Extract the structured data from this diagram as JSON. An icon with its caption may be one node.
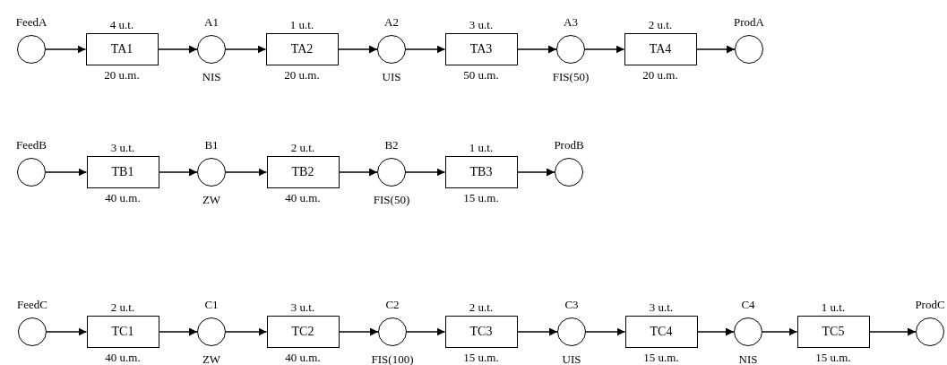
{
  "diagram": {
    "nodes": [
      {
        "text": [
          "FeedA"
        ]
      },
      {
        "text": [
          "TA1"
        ],
        "beside": [
          "4 u.t.",
          "20 u.m."
        ]
      },
      {
        "text": [
          "A1"
        ],
        "beside": [
          "NIS"
        ]
      },
      {
        "text": [
          "TA2"
        ],
        "beside": [
          "1 u.t.",
          "20 u.m."
        ]
      },
      {
        "text": [
          "A2"
        ],
        "beside": [
          "UIS"
        ]
      },
      {
        "text": [
          "TA3"
        ],
        "beside": [
          "3 u.t.",
          "50 u.m."
        ]
      },
      {
        "text": [
          "A3"
        ],
        "beside": [
          "FIS(50)"
        ]
      },
      {
        "text": [
          "TA4"
        ],
        "beside": [
          "2 u.t.",
          "20 u.m."
        ]
      },
      {
        "text": [
          "ProdA"
        ]
      },
      {
        "text": [
          "FeedB"
        ]
      },
      {
        "text": [
          "TB1"
        ],
        "beside": [
          "3 u.t.",
          "40 u.m."
        ]
      },
      {
        "text": [
          "B1"
        ],
        "beside": [
          "ZW"
        ]
      },
      {
        "text": [
          "TB2"
        ],
        "beside": [
          "2 u.t.",
          "40 u.m."
        ]
      },
      {
        "text": [
          "B2"
        ],
        "beside": [
          "FIS(50)"
        ]
      },
      {
        "text": [
          "TB3"
        ],
        "beside": [
          "1 u.t.",
          "15 u.m."
        ]
      },
      {
        "text": [
          "ProdB"
        ]
      },
      {
        "text": [
          "FeedC"
        ]
      },
      {
        "text": [
          "TC1"
        ],
        "beside": [
          "2 u.t.",
          "40 u.m."
        ]
      },
      {
        "text": [
          "C1"
        ],
        "beside": [
          "ZW"
        ]
      },
      {
        "text": [
          "TC2"
        ],
        "beside": [
          "3 u.t.",
          "40 u.m."
        ]
      },
      {
        "text": [
          "C2"
        ],
        "beside": [
          "FIS(100)"
        ]
      },
      {
        "text": [
          "TC3"
        ],
        "beside": [
          "2 u.t.",
          "15 u.m."
        ]
      },
      {
        "text": [
          "C3"
        ],
        "beside": [
          "UIS"
        ]
      },
      {
        "text": [
          "TC4"
        ],
        "beside": [
          "3 u.t.",
          "15 u.m."
        ]
      },
      {
        "text": [
          "C4"
        ],
        "beside": [
          "NIS"
        ]
      },
      {
        "text": [
          "TC5"
        ],
        "beside": [
          "1 u.t.",
          "15 u.m."
        ]
      },
      {
        "text": [
          "ProdC"
        ]
      }
    ],
    "edges": [
      {
        "from": 0,
        "to": 1,
        "arrow": "to"
      },
      {
        "from": 1,
        "to": 2,
        "arrow": "to"
      },
      {
        "from": 2,
        "to": 3,
        "arrow": "to"
      },
      {
        "from": 3,
        "to": 4,
        "arrow": "to"
      },
      {
        "from": 4,
        "to": 5,
        "arrow": "to"
      },
      {
        "from": 5,
        "to": 6,
        "arrow": "to"
      },
      {
        "from": 6,
        "to": 7,
        "arrow": "to"
      },
      {
        "from": 7,
        "to": 8,
        "arrow": "to"
      },
      {
        "from": 9,
        "to": 10,
        "arrow": "to"
      },
      {
        "from": 10,
        "to": 11,
        "arrow": "to"
      },
      {
        "from": 11,
        "to": 12,
        "arrow": "to"
      },
      {
        "from": 12,
        "to": 13,
        "arrow": "to"
      },
      {
        "from": 13,
        "to": 14,
        "arrow": "to"
      },
      {
        "from": 14,
        "to": 15,
        "arrow": "to"
      },
      {
        "from": 16,
        "to": 17,
        "arrow": "to"
      },
      {
        "from": 17,
        "to": 18,
        "arrow": "to"
      },
      {
        "from": 18,
        "to": 19,
        "arrow": "to"
      },
      {
        "from": 19,
        "to": 20,
        "arrow": "to"
      },
      {
        "from": 20,
        "to": 21,
        "arrow": "to"
      },
      {
        "from": 21,
        "to": 22,
        "arrow": "to"
      },
      {
        "from": 22,
        "to": 23,
        "arrow": "to"
      },
      {
        "from": 23,
        "to": 24,
        "arrow": "to"
      },
      {
        "from": 24,
        "to": 25,
        "arrow": "to"
      },
      {
        "from": 25,
        "to": 26,
        "arrow": "to"
      }
    ]
  }
}
